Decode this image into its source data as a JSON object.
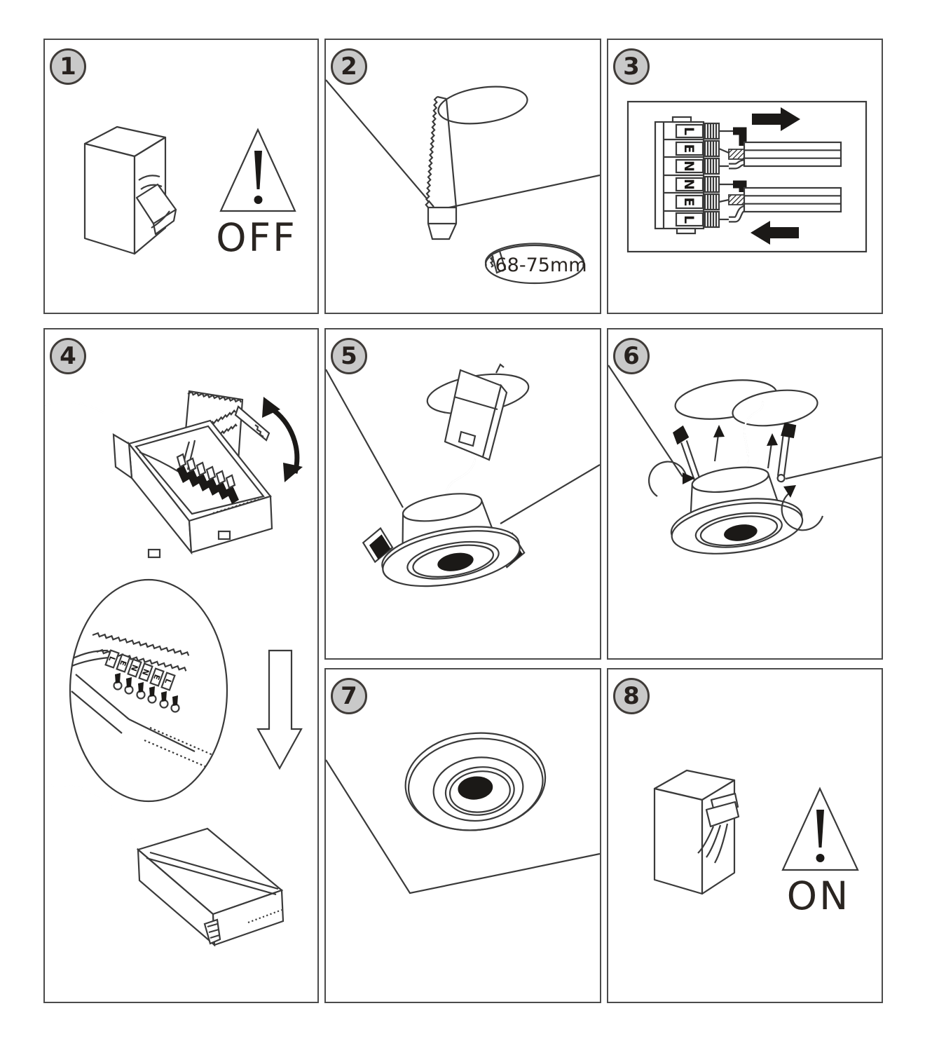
{
  "page": {
    "background_color": "#ffffff",
    "type": "installation-instruction-sheet"
  },
  "style": {
    "line_color": "#3a3a3a",
    "ink_color": "#1b1917",
    "badge_fill": "#c9c9c9",
    "badge_border": "#403c39",
    "panel_border": "#4b4b4b"
  },
  "steps": [
    {
      "number": "1",
      "warning_label": "OFF"
    },
    {
      "number": "2",
      "cutout_size": "68-75mm"
    },
    {
      "number": "3",
      "terminals": [
        "L",
        "E",
        "N",
        "N",
        "E",
        "L"
      ]
    },
    {
      "number": "4",
      "terminals": [
        "L",
        "E",
        "N",
        "N",
        "E",
        "L"
      ]
    },
    {
      "number": "5"
    },
    {
      "number": "6"
    },
    {
      "number": "7"
    },
    {
      "number": "8",
      "warning_label": "ON"
    }
  ]
}
